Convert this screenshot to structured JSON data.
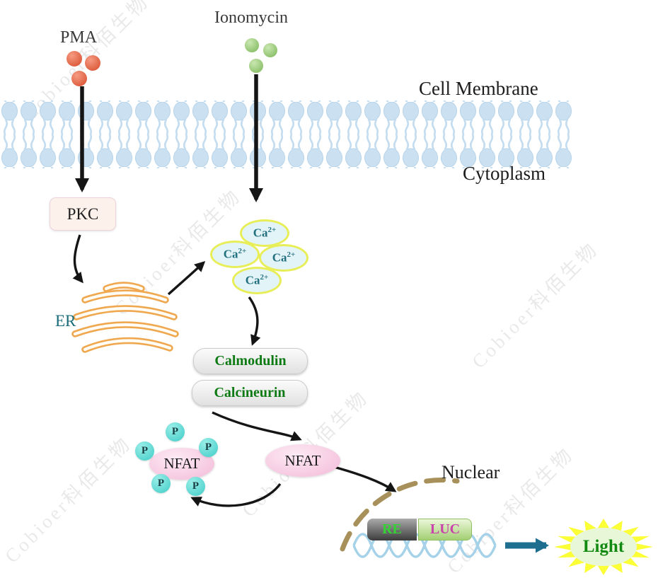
{
  "watermark": {
    "text": "Cobioer科佰生物"
  },
  "stimuli": {
    "pma": "PMA",
    "ionomycin": "Ionomycin"
  },
  "membrane": {
    "label": "Cell Membrane",
    "cytoplasm": "Cytoplasm"
  },
  "nodes": {
    "pkc": "PKC",
    "er": "ER",
    "ca_base": "Ca",
    "ca_sup": "2+",
    "calmodulin": "Calmodulin",
    "calcineurin": "Calcineurin",
    "nfat_phospho": "NFAT",
    "nfat": "NFAT",
    "phosphate": "P",
    "nuclear": "Nuclear",
    "re": "RE",
    "luc": "LUC",
    "light": "Light"
  },
  "colors": {
    "membrane": "#cbe1f1",
    "pma_dot": "#dd5b3c",
    "ionomycin_dot": "#8cc06a",
    "er_tubule": "#f0a850",
    "ca_border": "#e7ee58",
    "ca_text": "#23707e",
    "enzyme_text_green": "#0d7a14",
    "nfat_fill": "#f3bad8",
    "phosphate_circle": "#3fccc7",
    "nuclear_dash": "#a8905a",
    "re_text": "#35d435",
    "luc_text": "#c943ab",
    "dna": "#a5d2e8",
    "arrow_black": "#151515",
    "arrow_teal": "#1e6e8f",
    "star": "#fbff35",
    "light_text": "#128a12"
  }
}
